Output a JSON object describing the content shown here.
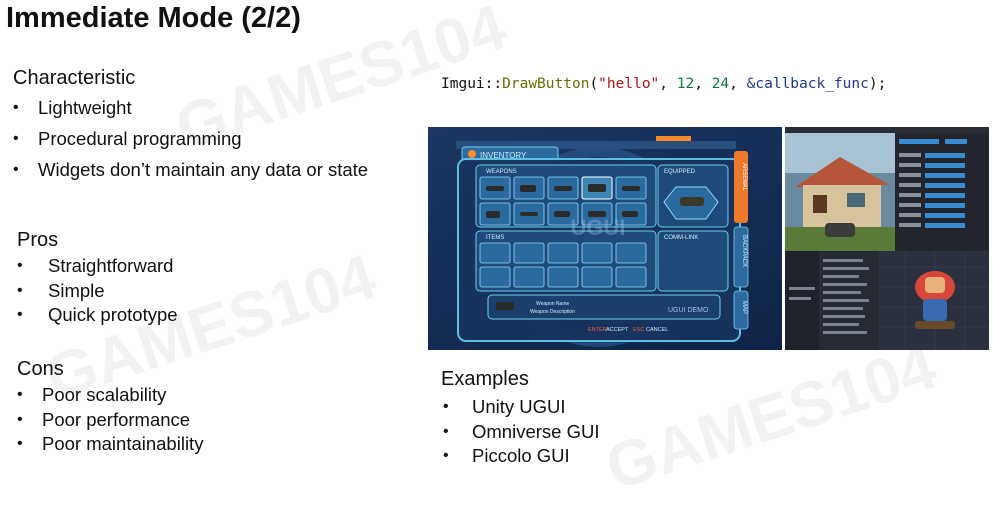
{
  "slide": {
    "title": "Immediate Mode (2/2)"
  },
  "characteristic": {
    "heading": "Characteristic",
    "items": [
      "Lightweight",
      "Procedural programming",
      "Widgets don’t maintain any data or state"
    ]
  },
  "pros": {
    "heading": "Pros",
    "items": [
      "Straightforward",
      "Simple",
      "Quick prototype"
    ]
  },
  "cons": {
    "heading": "Cons",
    "items": [
      "Poor scalability",
      "Poor performance",
      "Poor maintainability"
    ]
  },
  "code": {
    "ns": "Imgui",
    "sep": "::",
    "fn": "DrawButton",
    "open": "(",
    "str": "\"hello\"",
    "c1": ", ",
    "n1": "12",
    "c2": ", ",
    "n2": "24",
    "c3": ", ",
    "ref": "&callback_func",
    "close": ");"
  },
  "examples": {
    "heading": "Examples",
    "items": [
      "Unity UGUI",
      "Omniverse GUI",
      "Piccolo GUI"
    ]
  },
  "ugui_screenshot": {
    "header": "INVENTORY",
    "weapons_label": "WEAPONS",
    "equipped_label": "EQUIPPED",
    "items_label": "ITEMS",
    "comm_label": "COMM-LINK",
    "side_tabs": [
      "ARSENAL",
      "BACKPACK",
      "MAP"
    ],
    "center_text": "UGUI",
    "demo_label": "UGUI DEMO",
    "weapon_name": "Weapon Name",
    "weapon_desc": "Weapon Description",
    "accept_key": "ENTER",
    "accept": "ACCEPT",
    "cancel_key": "ESC",
    "cancel": "CANCEL"
  },
  "colors": {
    "accent_orange": "#f07a2c",
    "panel_cyan": "#5fc6ea",
    "code_string": "#b01414",
    "code_number": "#0a7d3a",
    "code_ref": "#1d3a8f",
    "code_function": "#6b6b00"
  }
}
